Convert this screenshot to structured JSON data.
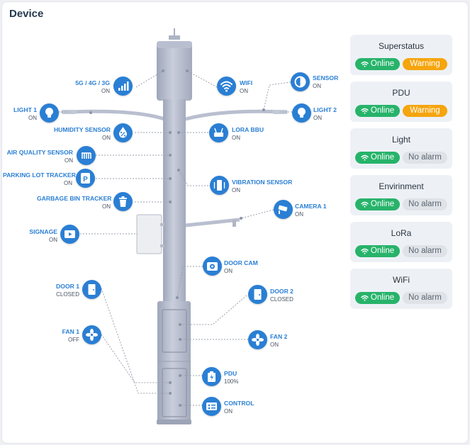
{
  "header": {
    "title": "Device"
  },
  "labels": {
    "net5g": {
      "name": "5G / 4G / 3G",
      "status": "ON"
    },
    "wifi": {
      "name": "WIFI",
      "status": "ON"
    },
    "sensor": {
      "name": "SENSOR",
      "status": "ON"
    },
    "light1": {
      "name": "LIGHT 1",
      "status": "ON"
    },
    "light2": {
      "name": "LIGHT 2",
      "status": "ON"
    },
    "humidity": {
      "name": "HUMIDITY SENSOR",
      "status": "ON"
    },
    "lora": {
      "name": "LORA BBU",
      "status": "ON"
    },
    "air": {
      "name": "AIR QUALITY SENSOR",
      "status": "ON"
    },
    "parking": {
      "name": "PARKING LOT TRACKER",
      "status": "ON"
    },
    "vibration": {
      "name": "VIBRATION SENSOR",
      "status": "ON"
    },
    "garbage": {
      "name": "GARBAGE BIN TRACKER",
      "status": "ON"
    },
    "camera1": {
      "name": "CAMERA 1",
      "status": "ON"
    },
    "signage": {
      "name": "SIGNAGE",
      "status": "ON"
    },
    "doorcam": {
      "name": "DOOR CAM",
      "status": "ON"
    },
    "door1": {
      "name": "DOOR 1",
      "status": "CLOSED"
    },
    "door2": {
      "name": "DOOR 2",
      "status": "CLOSED"
    },
    "fan1": {
      "name": "FAN 1",
      "status": "OFF"
    },
    "fan2": {
      "name": "FAN 2",
      "status": "ON"
    },
    "pdu": {
      "name": "PDU",
      "status": "100%"
    },
    "control": {
      "name": "CONTROL",
      "status": "ON"
    }
  },
  "status_panels": [
    {
      "title": "Superstatus",
      "online": "Online",
      "secondary": "Warning",
      "secondary_kind": "warning"
    },
    {
      "title": "PDU",
      "online": "Online",
      "secondary": "Warning",
      "secondary_kind": "warning"
    },
    {
      "title": "Light",
      "online": "Online",
      "secondary": "No alarm",
      "secondary_kind": "normal"
    },
    {
      "title": "Envirinment",
      "online": "Online",
      "secondary": "No alarm",
      "secondary_kind": "normal"
    },
    {
      "title": "LoRa",
      "online": "Online",
      "secondary": "No alarm",
      "secondary_kind": "normal"
    },
    {
      "title": "WiFi",
      "online": "Online",
      "secondary": "No alarm",
      "secondary_kind": "normal"
    }
  ],
  "colors": {
    "accent": "#2a7fd4",
    "online": "#27b36a",
    "warning": "#f5a50e",
    "no_alarm": "#dfe3e8",
    "pole": "#b6bccd"
  },
  "icons": {
    "net5g": "signal-bars-icon",
    "wifi": "wifi-icon",
    "sensor": "half-circle-icon",
    "light1": "bulb-icon",
    "light2": "bulb-icon",
    "humidity": "droplet-percent-icon",
    "lora": "router-icon",
    "air": "air-quality-icon",
    "parking": "parking-icon",
    "vibration": "vibration-icon",
    "garbage": "trash-icon",
    "camera1": "cctv-icon",
    "signage": "play-screen-icon",
    "doorcam": "doorcam-icon",
    "door1": "door-icon",
    "door2": "door-icon",
    "fan1": "fan-icon",
    "fan2": "fan-icon",
    "pdu": "battery-icon",
    "control": "control-panel-icon"
  }
}
